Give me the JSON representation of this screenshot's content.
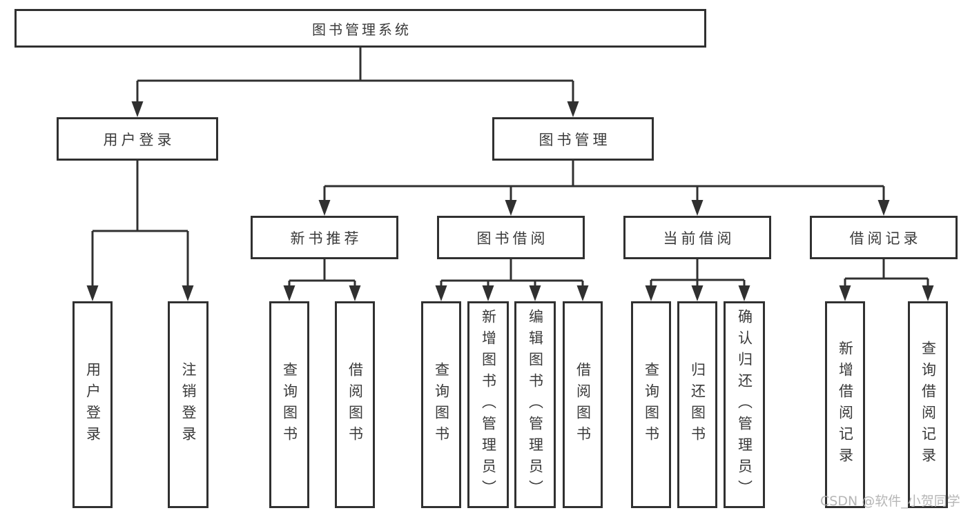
{
  "diagram": {
    "root": {
      "label": "图书管理系统",
      "children": [
        {
          "label": "用户登录",
          "children": [
            {
              "label": "用户登录"
            },
            {
              "label": "注销登录"
            }
          ]
        },
        {
          "label": "图书管理",
          "children": [
            {
              "label": "新书推荐",
              "children": [
                {
                  "label": "查询图书"
                },
                {
                  "label": "借阅图书"
                }
              ]
            },
            {
              "label": "图书借阅",
              "children": [
                {
                  "label": "查询图书"
                },
                {
                  "label": "新增图书（管理员）"
                },
                {
                  "label": "编辑图书（管理员）"
                },
                {
                  "label": "借阅图书"
                }
              ]
            },
            {
              "label": "当前借阅",
              "children": [
                {
                  "label": "查询图书"
                },
                {
                  "label": "归还图书"
                },
                {
                  "label": "确认归还（管理员）"
                }
              ]
            },
            {
              "label": "借阅记录",
              "children": [
                {
                  "label": "新增借阅记录"
                },
                {
                  "label": "查询借阅记录"
                }
              ]
            }
          ]
        }
      ]
    }
  },
  "watermark": {
    "text": "CSDN @软件_小贺同学"
  },
  "colors": {
    "line": "#303030",
    "text": "#3a3a3a",
    "watermark": "#b3b3b3",
    "background": "#ffffff"
  }
}
